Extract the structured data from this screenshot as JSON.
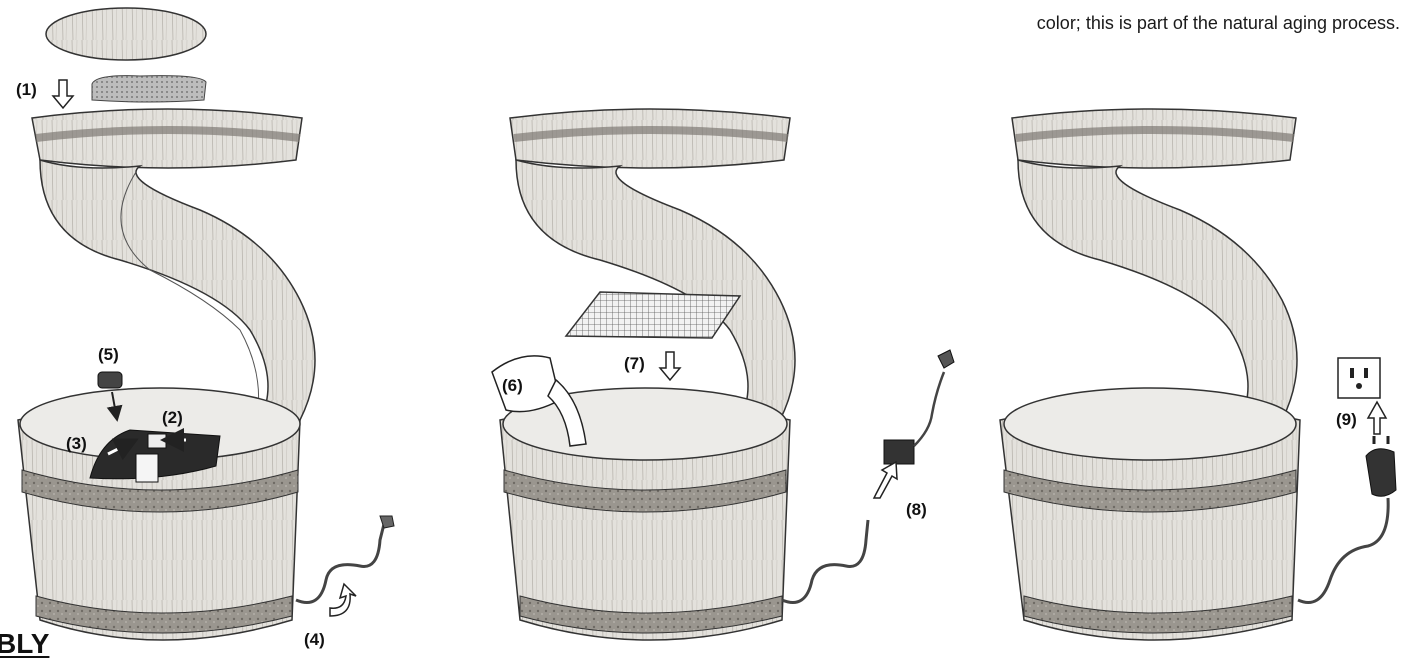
{
  "note": {
    "line_1": "color",
    "line_2": "color; this is part of the natural aging process."
  },
  "heading": "BLY",
  "steps": {
    "s1": "(1)",
    "s2": "(2)",
    "s3": "(3)",
    "s4": "(4)",
    "s5": "(5)",
    "s6": "(6)",
    "s7": "(7)",
    "s8": "(8)",
    "s9": "(9)"
  },
  "colors": {
    "ink": "#222222",
    "wood": "#d9d6d0",
    "wood_light": "#ecebe8",
    "hoop": "#8e8a84",
    "pump": "#2a2a2a"
  },
  "icons": [
    "barrel-fountain",
    "lid",
    "foam-filter",
    "pump",
    "water-pitcher",
    "grid-mesh",
    "transformer",
    "power-plug",
    "wall-outlet",
    "arrow"
  ]
}
